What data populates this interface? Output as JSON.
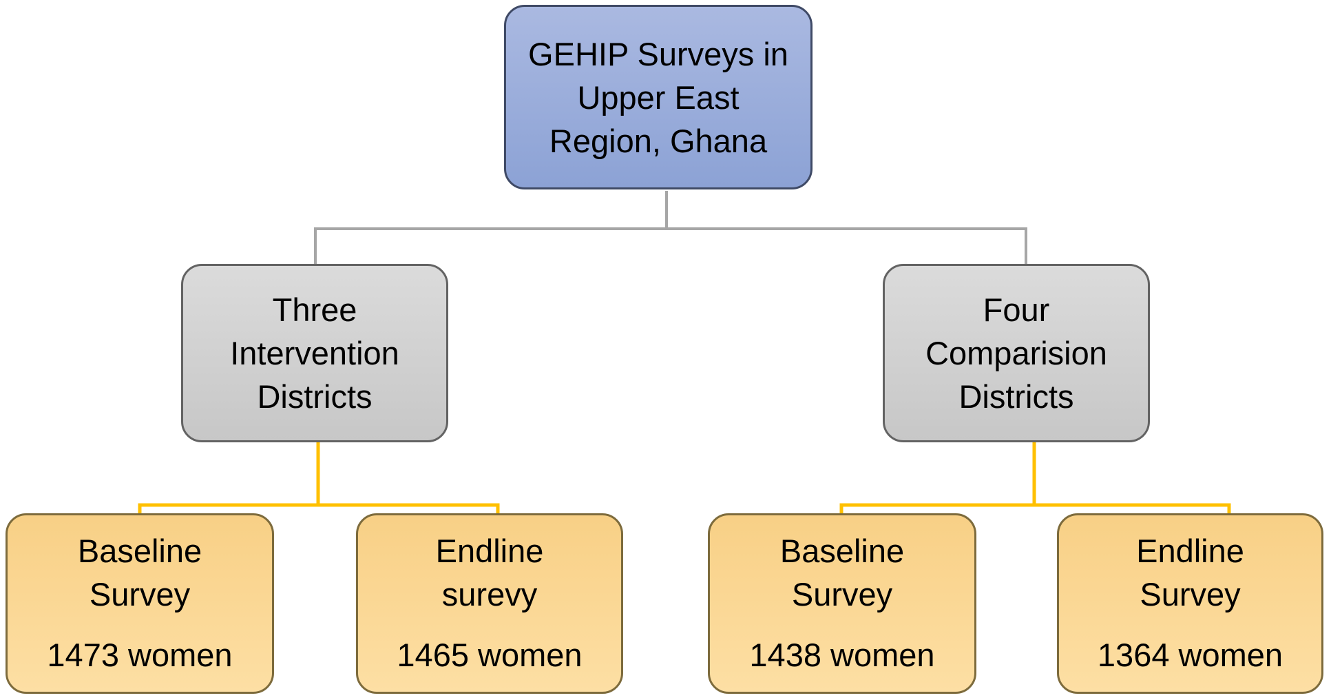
{
  "nodes": {
    "root": {
      "lines": [
        "GEHIP Surveys in",
        "Upper East",
        "Region, Ghana"
      ]
    },
    "intervention": {
      "lines": [
        "Three",
        "Intervention",
        "Districts"
      ]
    },
    "comparison": {
      "lines": [
        "Four",
        "Comparision",
        "Districts"
      ]
    },
    "leaves": [
      {
        "lines": [
          "Baseline",
          "Survey"
        ],
        "count": "1473 women"
      },
      {
        "lines": [
          "Endline",
          "surevy"
        ],
        "count": "1465 women"
      },
      {
        "lines": [
          "Baseline",
          "Survey"
        ],
        "count": "1438 women"
      },
      {
        "lines": [
          "Endline",
          "Survey"
        ],
        "count": "1364 women"
      }
    ]
  },
  "colors": {
    "root_fill_top": "#aab9e1",
    "root_fill_bottom": "#8ca2d5",
    "root_border": "#3f4a66",
    "branch_fill_top": "#dbdbdb",
    "branch_fill_bottom": "#c7c7c7",
    "branch_border": "#636363",
    "leaf_fill_top": "#f8d086",
    "leaf_fill_bottom": "#fddfa4",
    "leaf_border": "#7d6b3c",
    "connector_gray": "#a6a6a6",
    "connector_gold": "#ffc000",
    "text": "#000000",
    "background": "#ffffff"
  }
}
